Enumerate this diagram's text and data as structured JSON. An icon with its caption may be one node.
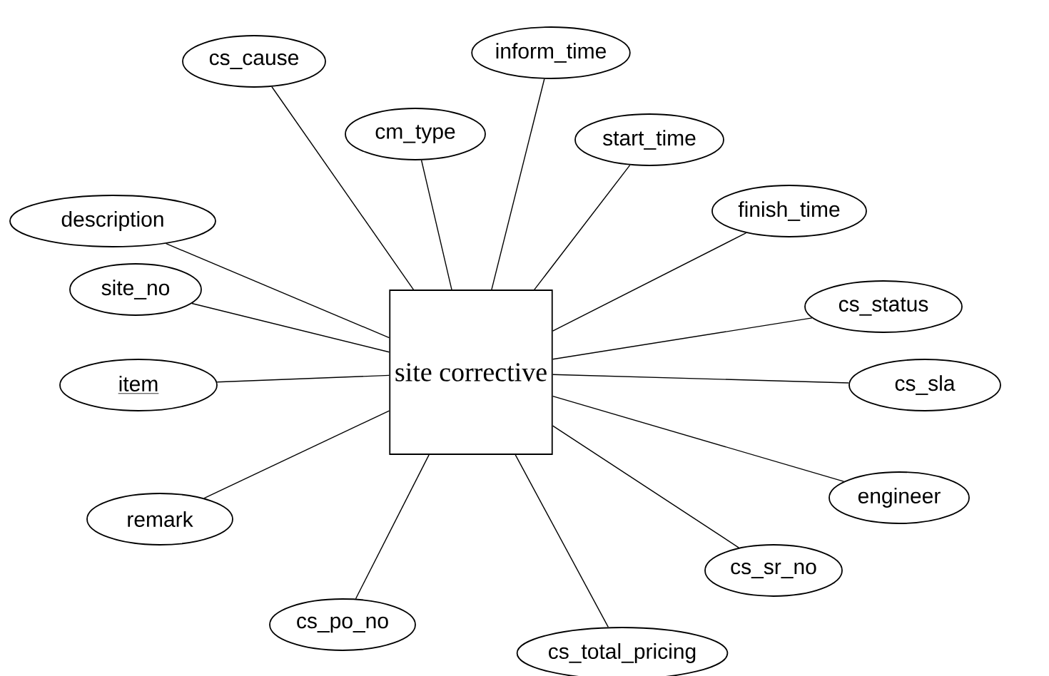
{
  "diagram": {
    "nodes": [
      {
        "text": [
          "site corrective"
        ]
      },
      {
        "text": [
          "cs_cause"
        ]
      },
      {
        "text": [
          "inform_time"
        ]
      },
      {
        "text": [
          "cm_type"
        ]
      },
      {
        "text": [
          "start_time"
        ]
      },
      {
        "text": [
          "description"
        ]
      },
      {
        "text": [
          "finish_time"
        ]
      },
      {
        "text": [
          "site_no"
        ]
      },
      {
        "text": [
          "cs_status"
        ]
      },
      {
        "text": [
          "item"
        ]
      },
      {
        "text": [
          "cs_sla"
        ]
      },
      {
        "text": [
          "remark"
        ]
      },
      {
        "text": [
          "engineer"
        ]
      },
      {
        "text": [
          "cs_sr_no"
        ]
      },
      {
        "text": [
          "cs_po_no"
        ]
      },
      {
        "text": [
          "cs_total_pricing"
        ]
      }
    ],
    "edges": [
      {
        "from": 1,
        "to": 0,
        "arrow": "none"
      },
      {
        "from": 2,
        "to": 0,
        "arrow": "none"
      },
      {
        "from": 3,
        "to": 0,
        "arrow": "none"
      },
      {
        "from": 4,
        "to": 0,
        "arrow": "none"
      },
      {
        "from": 5,
        "to": 0,
        "arrow": "none"
      },
      {
        "from": 6,
        "to": 0,
        "arrow": "none"
      },
      {
        "from": 7,
        "to": 0,
        "arrow": "none"
      },
      {
        "from": 8,
        "to": 0,
        "arrow": "none"
      },
      {
        "from": 9,
        "to": 0,
        "arrow": "none"
      },
      {
        "from": 10,
        "to": 0,
        "arrow": "none"
      },
      {
        "from": 11,
        "to": 0,
        "arrow": "none"
      },
      {
        "from": 12,
        "to": 0,
        "arrow": "none"
      },
      {
        "from": 13,
        "to": 0,
        "arrow": "none"
      },
      {
        "from": 14,
        "to": 0,
        "arrow": "none"
      },
      {
        "from": 15,
        "to": 0,
        "arrow": "none"
      }
    ]
  }
}
